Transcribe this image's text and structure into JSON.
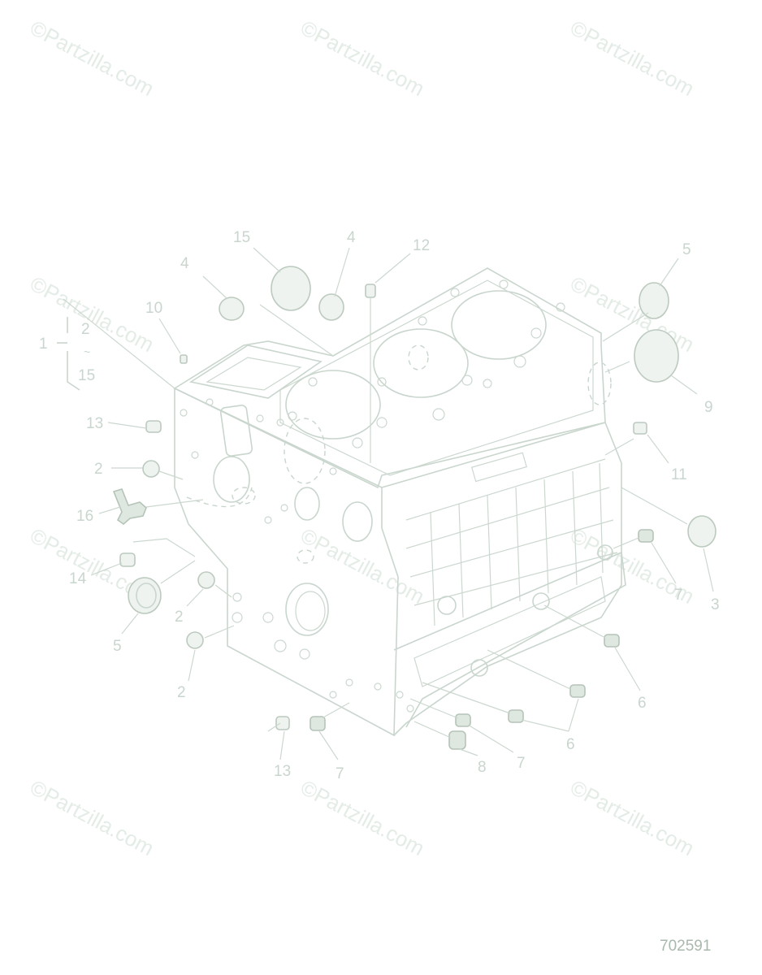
{
  "figure_number": "702591",
  "watermark_text": "©Partzilla.com",
  "kit_bracket": {
    "number": "1",
    "range_start": "2",
    "range_mark": "~",
    "range_end": "15"
  },
  "callouts": [
    {
      "id": "15a",
      "label": "15"
    },
    {
      "id": "4a",
      "label": "4"
    },
    {
      "id": "4b",
      "label": "4"
    },
    {
      "id": "12",
      "label": "12"
    },
    {
      "id": "5a",
      "label": "5"
    },
    {
      "id": "10",
      "label": "10"
    },
    {
      "id": "9",
      "label": "9"
    },
    {
      "id": "13a",
      "label": "13"
    },
    {
      "id": "2a",
      "label": "2"
    },
    {
      "id": "11",
      "label": "11"
    },
    {
      "id": "16",
      "label": "16"
    },
    {
      "id": "3",
      "label": "3"
    },
    {
      "id": "14",
      "label": "14"
    },
    {
      "id": "7a",
      "label": "7"
    },
    {
      "id": "2b",
      "label": "2"
    },
    {
      "id": "5b",
      "label": "5"
    },
    {
      "id": "6a",
      "label": "6"
    },
    {
      "id": "2c",
      "label": "2"
    },
    {
      "id": "6b",
      "label": "6"
    },
    {
      "id": "7b",
      "label": "7"
    },
    {
      "id": "13b",
      "label": "13"
    },
    {
      "id": "7c",
      "label": "7"
    },
    {
      "id": "8",
      "label": "8"
    }
  ],
  "colors": {
    "line": "#c9d6cd",
    "background": "#ffffff"
  }
}
